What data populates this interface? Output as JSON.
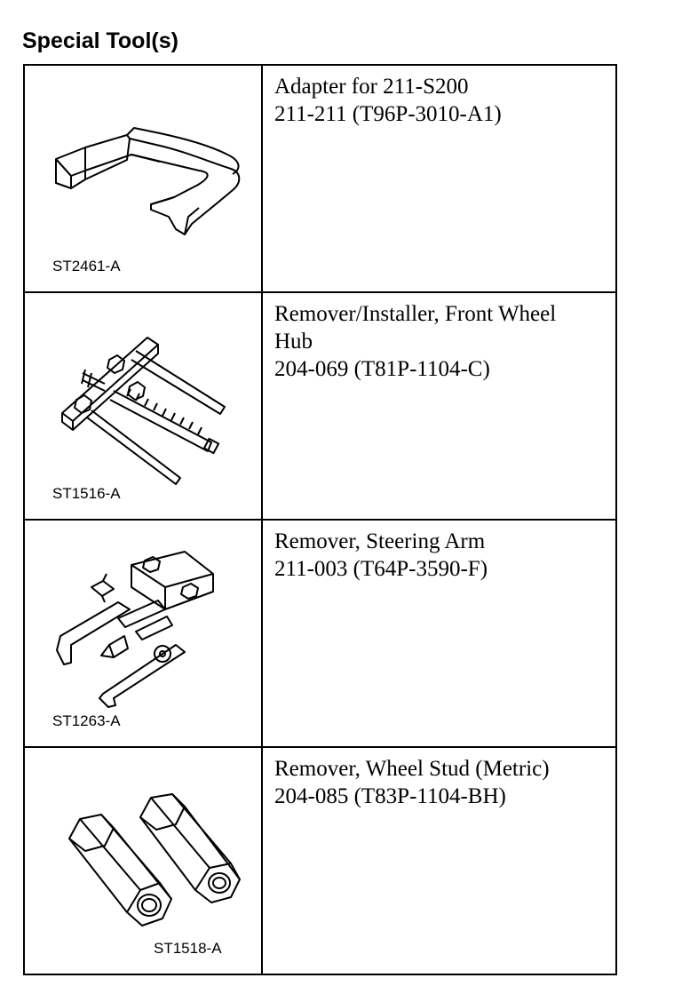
{
  "page": {
    "title": "Special Tool(s)"
  },
  "tools": [
    {
      "image_code": "ST2461-A",
      "description": "Adapter for 211-S200",
      "part_number": "211-211 (T96P-3010-A1)",
      "icon": "u-shaped-adapter-icon"
    },
    {
      "image_code": "ST1516-A",
      "description_line1": "Remover/Installer, Front Wheel",
      "description_line2": "Hub",
      "part_number": "204-069 (T81P-1104-C)",
      "icon": "hub-remover-installer-icon"
    },
    {
      "image_code": "ST1263-A",
      "description": "Remover, Steering Arm",
      "part_number": "211-003 (T64P-3590-F)",
      "icon": "steering-arm-puller-icon"
    },
    {
      "image_code": "ST1518-A",
      "description": "Remover, Wheel Stud (Metric)",
      "part_number": "204-085 (T83P-1104-BH)",
      "icon": "hex-nut-pair-icon"
    }
  ]
}
